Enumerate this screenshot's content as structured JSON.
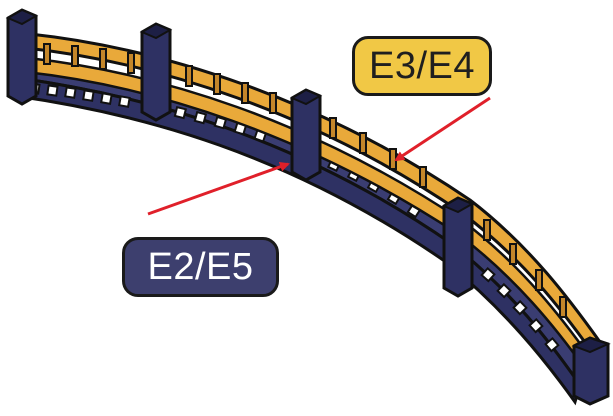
{
  "diagram": {
    "labels": {
      "upper_rail": "E3/E4",
      "lower_rail": "E2/E5"
    },
    "colors": {
      "rail_gold": "#e9a93a",
      "rail_gold_dark": "#c4862a",
      "post_navy": "#2e3163",
      "post_navy_dark": "#1d1f45",
      "outline": "#111111",
      "arrow_red": "#e0202a",
      "label_gold_bg": "#f1c845",
      "label_navy_bg": "#3d3f6e"
    },
    "posts": 5
  }
}
